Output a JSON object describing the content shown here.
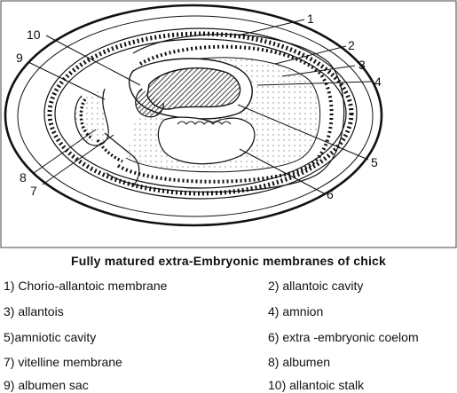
{
  "figure": {
    "callouts": [
      "1",
      "2",
      "3",
      "4",
      "5",
      "6",
      "7",
      "8",
      "9",
      "10"
    ]
  },
  "caption": "Fully  matured extra-Embryonic membranes of  chick",
  "legend": [
    {
      "text": "1) Chorio-allantoic membrane"
    },
    {
      "text": "2)  allantoic cavity"
    },
    {
      "text": "3)  allantois"
    },
    {
      "text": "4)  amnion"
    },
    {
      "text": "5)amniotic cavity"
    },
    {
      "text": "6)  extra -embryonic coelom"
    },
    {
      "text": "7)  vitelline membrane"
    },
    {
      "text": "8)  albumen"
    },
    {
      "text": "9)  albumen sac"
    },
    {
      "text": "10)  allantoic stalk"
    }
  ]
}
